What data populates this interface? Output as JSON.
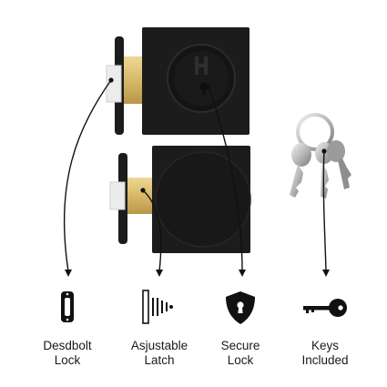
{
  "features": [
    {
      "name": "deadbolt",
      "line1": "Desdbolt",
      "line2": "Lock",
      "icon": "deadbolt-plate-icon"
    },
    {
      "name": "latch",
      "line1": "Asjustable",
      "line2": "Latch",
      "icon": "adjustable-latch-icon"
    },
    {
      "name": "secure",
      "line1": "Secure",
      "line2": "Lock",
      "icon": "shield-keyhole-icon"
    },
    {
      "name": "keys",
      "line1": "Keys",
      "line2": "Included",
      "icon": "key-icon"
    }
  ],
  "colors": {
    "hardware": "#1c1c1c",
    "brass": "#d8b968",
    "background": "#ffffff",
    "text": "#1a1a1a"
  }
}
